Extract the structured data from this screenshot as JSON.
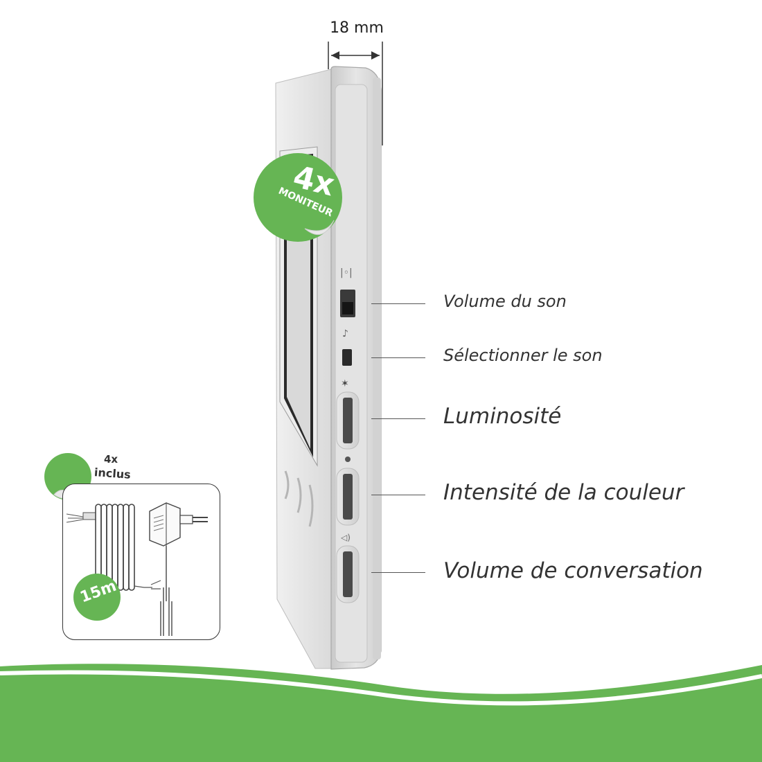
{
  "dimension": {
    "width_label": "18 mm"
  },
  "badge": {
    "quantity": "4x",
    "label": "MONITEUR"
  },
  "features": [
    {
      "label": "Volume du son"
    },
    {
      "label": "Sélectionner le son"
    },
    {
      "label": "Luminosité"
    },
    {
      "label": "Intensité de la couleur"
    },
    {
      "label": "Volume de conversation"
    }
  ],
  "accessories": {
    "quantity": "4x",
    "included_label": "inclus",
    "cable_length": "15m"
  },
  "colors": {
    "brand_green": "#66b554",
    "device_silver": "#dcdcdc",
    "text": "#333333"
  },
  "icons": [
    "volume-control-icon",
    "tone-select-icon",
    "brightness-icon",
    "color-icon",
    "speaker-icon",
    "cable-coil-icon",
    "power-adapter-icon"
  ]
}
